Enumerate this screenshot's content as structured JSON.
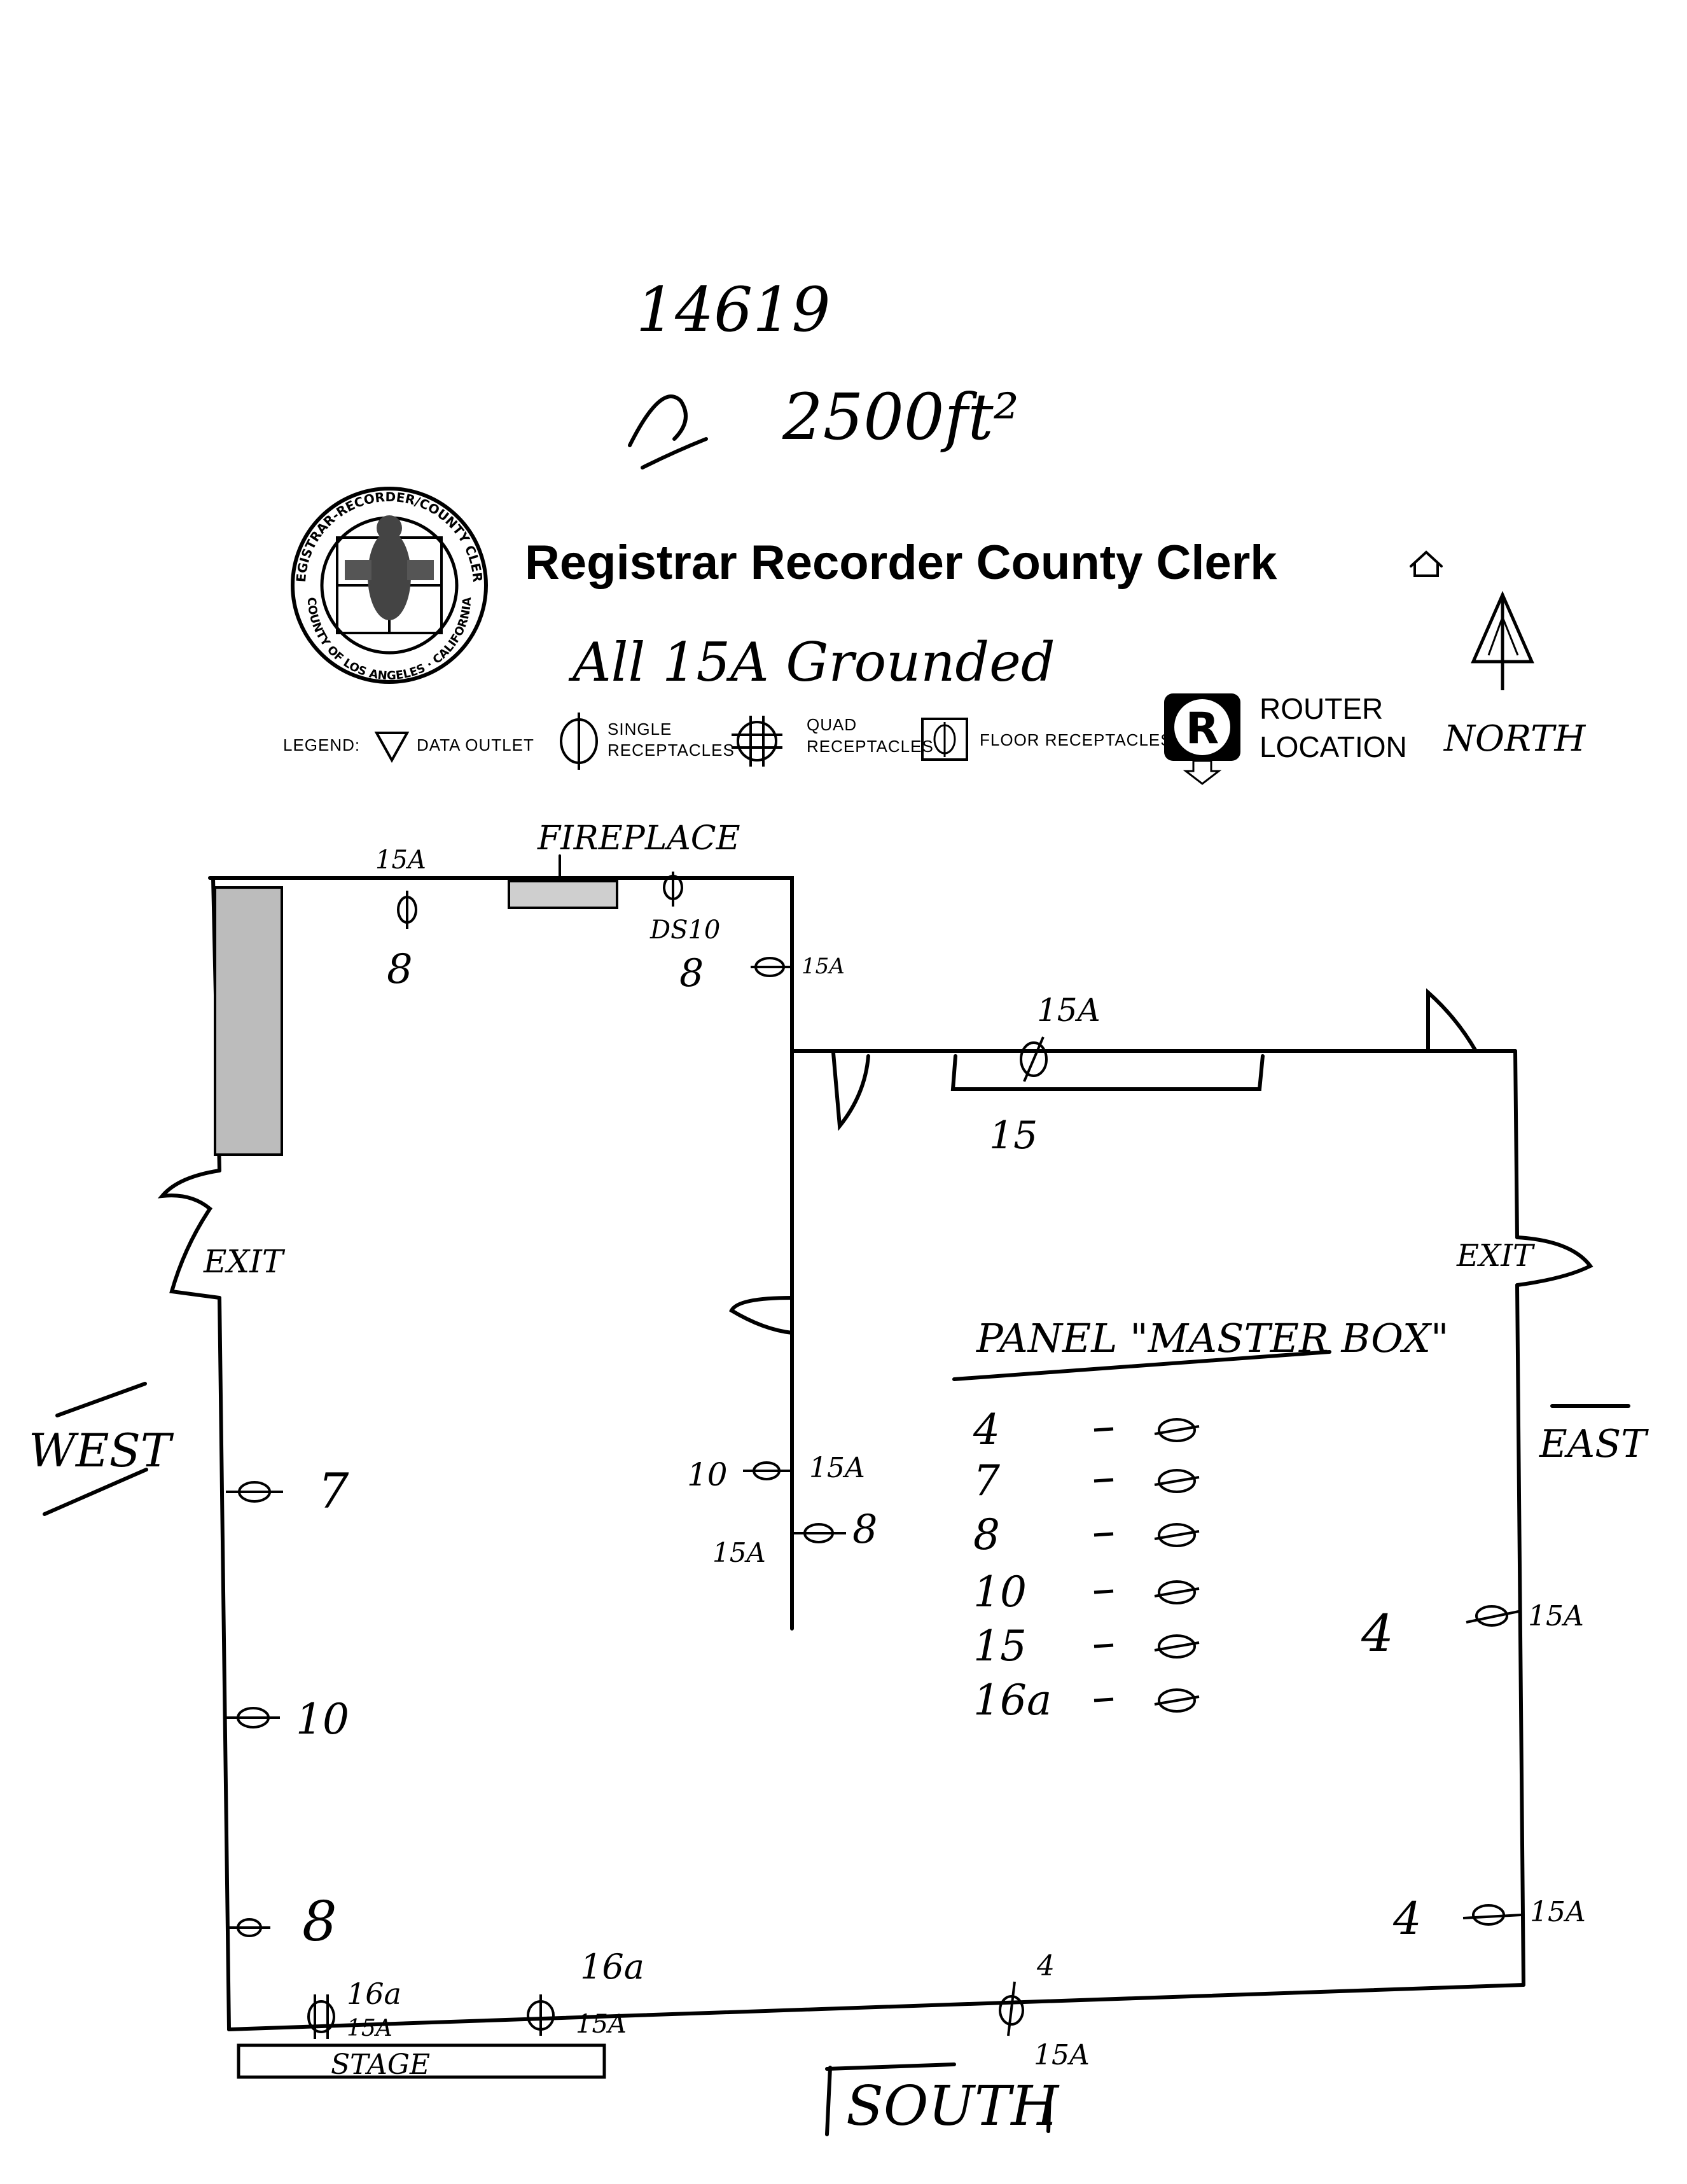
{
  "header": {
    "file_number": "14619",
    "area_note": "2500ft²",
    "title": "Registrar Recorder County Clerk",
    "grounded_note": "All 15A Grounded",
    "north_label": "NORTH"
  },
  "seal": {
    "ring_text_top": "REGISTRAR-RECORDER/COUNTY CLERK",
    "ring_text_bottom": "COUNTY OF LOS ANGELES · CALIFORNIA"
  },
  "legend": {
    "label": "LEGEND:",
    "data_outlet": "DATA OUTLET",
    "single_line1": "SINGLE",
    "single_line2": "RECEPTACLES",
    "quad_line1": "QUAD",
    "quad_line2": "RECEPTACLES",
    "floor": "FLOOR RECEPTACLES",
    "router_line1": "ROUTER",
    "router_line2": "LOCATION",
    "router_letter": "R"
  },
  "plan": {
    "fireplace": "FIREPLACE",
    "exit_west": "EXIT",
    "exit_east": "EXIT",
    "west": "WEST",
    "east": "EAST",
    "south": "SOUTH",
    "stage": "STAGE",
    "outlets": [
      {
        "id": "n1",
        "amp": "15A",
        "circuit": "8"
      },
      {
        "id": "n2",
        "amp": "15A",
        "circuit": "8"
      },
      {
        "id": "n3",
        "amp": "15A",
        "circuit": "15"
      },
      {
        "id": "w1",
        "circuit": "7"
      },
      {
        "id": "w2",
        "circuit": "10"
      },
      {
        "id": "w3",
        "circuit": "8"
      },
      {
        "id": "c1",
        "amp": "15A",
        "circuit": "10"
      },
      {
        "id": "c2",
        "amp": "15A",
        "circuit": "8"
      },
      {
        "id": "e1",
        "amp": "15A",
        "circuit": "4"
      },
      {
        "id": "e2",
        "amp": "15A",
        "circuit": "4"
      },
      {
        "id": "s1",
        "amp": "15A",
        "circuit": "16a"
      },
      {
        "id": "s2",
        "amp": "15A",
        "circuit": "16a"
      },
      {
        "id": "s3",
        "amp": "15A",
        "circuit": "4"
      }
    ],
    "n2_extra": "DS10"
  },
  "panel": {
    "title": "PANEL \"MASTER BOX\"",
    "circuits": [
      "4",
      "7",
      "8",
      "10",
      "15",
      "16a"
    ]
  }
}
